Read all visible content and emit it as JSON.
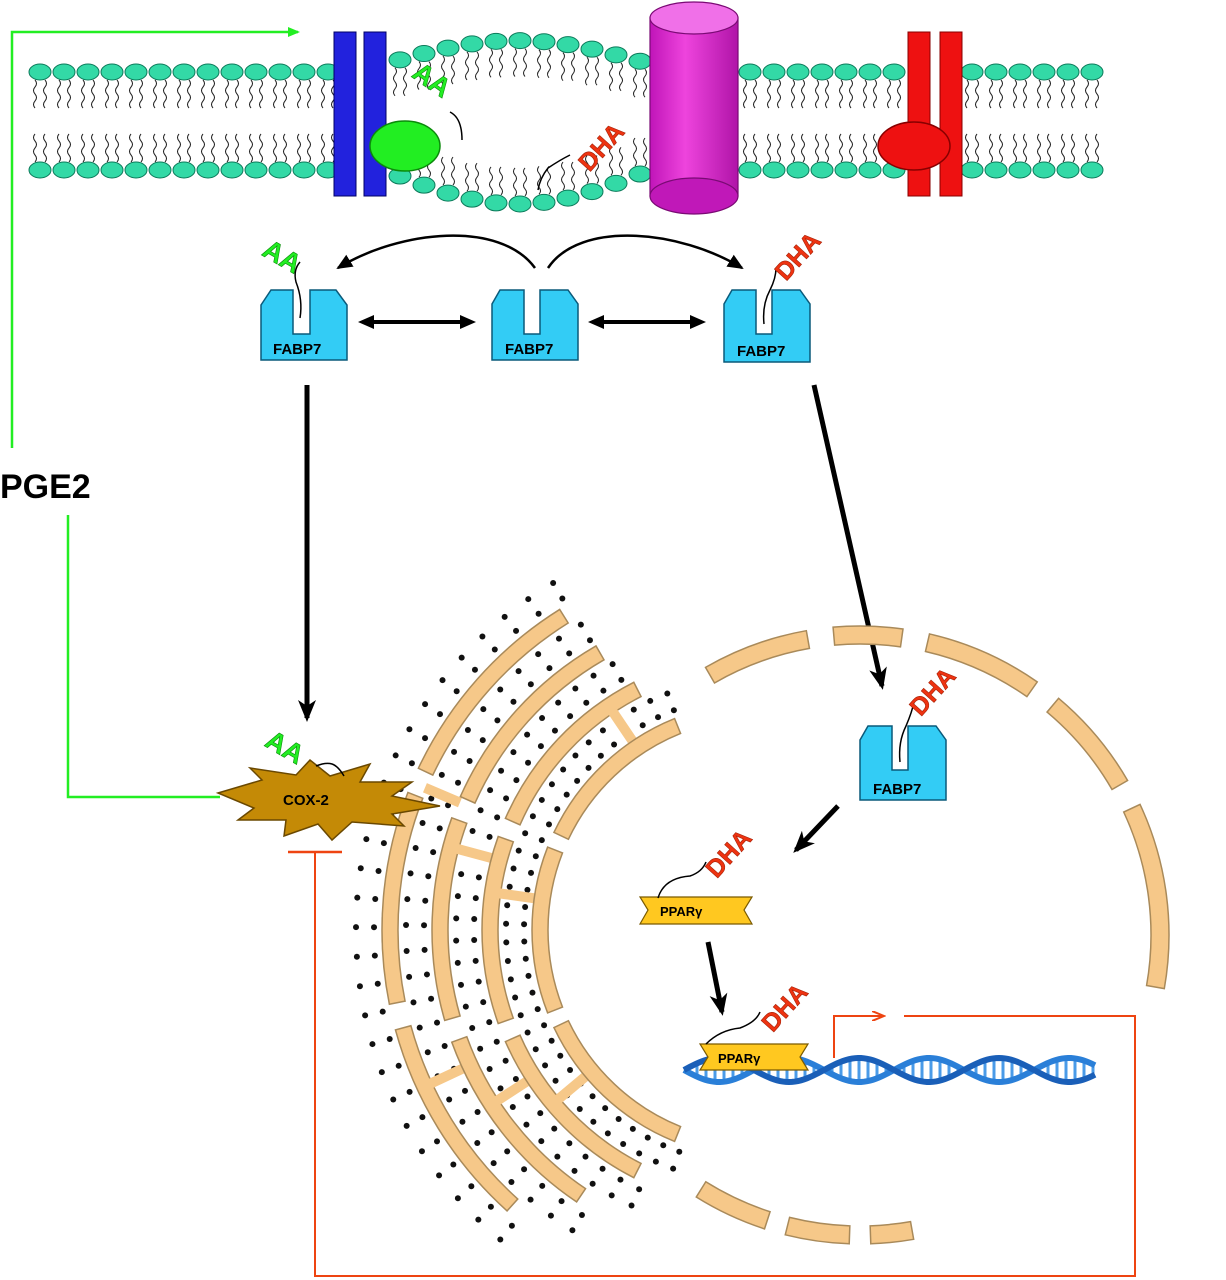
{
  "labels": {
    "aa": "AA",
    "dha": "DHA",
    "fabp7": "FABP7",
    "pge2": "PGE2",
    "cox2": "COX-2",
    "ppar": "PPARγ"
  },
  "colors": {
    "membrane_head": "#33d9a6",
    "membrane_head_stroke": "#0c7a5a",
    "blue_channel": "#2222dd",
    "red_channel": "#ee1111",
    "purple_channel": "#dd33cc",
    "aa_green": "#22ee22",
    "dha_red": "#ee3311",
    "fabp_fill": "#33ccf5",
    "er_fill": "#f6c889",
    "cox2_fill": "#c48a06",
    "ppar_fill": "#ffc820",
    "dna_blue": "#2a7fd8",
    "feedback_green": "#22ee22",
    "inhibit_red": "#ee4411"
  },
  "icons": [
    "phospholipid-bilayer",
    "fabp7-protein",
    "cox2-enzyme",
    "ppar-receptor",
    "dna-helix",
    "endoplasmic-reticulum",
    "nucleus"
  ]
}
